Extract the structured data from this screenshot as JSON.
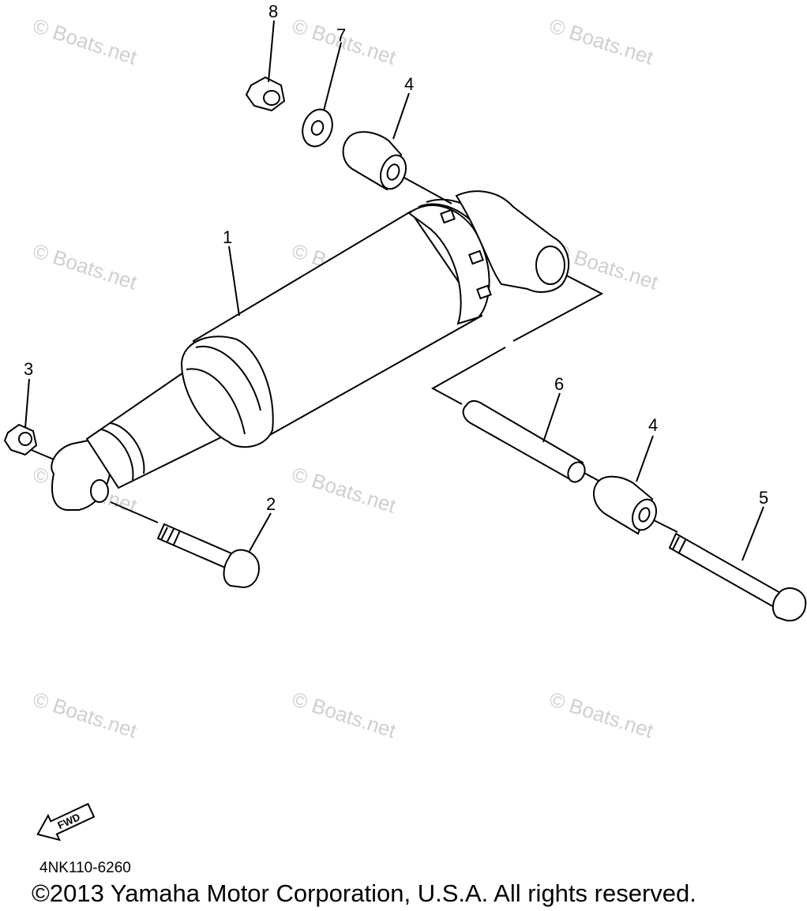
{
  "watermark": {
    "text": "© Boats.net"
  },
  "callouts": [
    "1",
    "2",
    "3",
    "4",
    "4",
    "5",
    "6",
    "7",
    "8"
  ],
  "fwd_label": "FWD",
  "part_code": "4NK110-6260",
  "copyright": "©2013 Yamaha Motor Corporation, U.S.A. All rights reserved.",
  "colors": {
    "line": "#000000",
    "watermark": "#cfcfcf",
    "background": "#ffffff"
  }
}
